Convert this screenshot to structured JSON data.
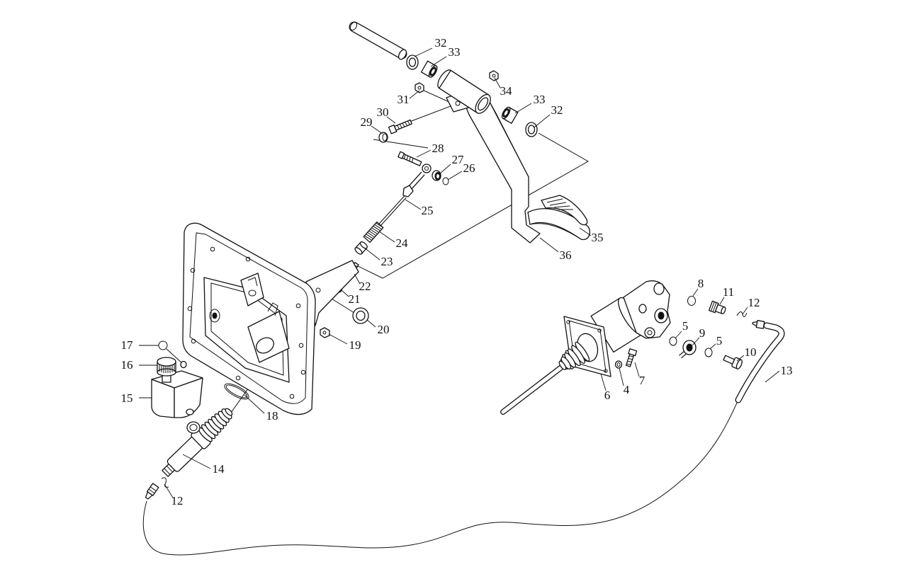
{
  "colors": {
    "line": "#111111",
    "background": "#ffffff"
  },
  "callouts": {
    "n4": "4",
    "n5a": "5",
    "n5b": "5",
    "n6": "6",
    "n7": "7",
    "n8": "8",
    "n9": "9",
    "n10": "10",
    "n11": "11",
    "n12a": "12",
    "n12b": "12",
    "n13": "13",
    "n14": "14",
    "n15": "15",
    "n16": "16",
    "n17": "17",
    "n18": "18",
    "n19": "19",
    "n20": "20",
    "n21": "21",
    "n22": "22",
    "n23": "23",
    "n24": "24",
    "n25": "25",
    "n26": "26",
    "n27": "27",
    "n28": "28",
    "n29": "29",
    "n30": "30",
    "n31": "31",
    "n32a": "32",
    "n32b": "32",
    "n33a": "33",
    "n33b": "33",
    "n34": "34",
    "n35": "35",
    "n36": "36"
  }
}
